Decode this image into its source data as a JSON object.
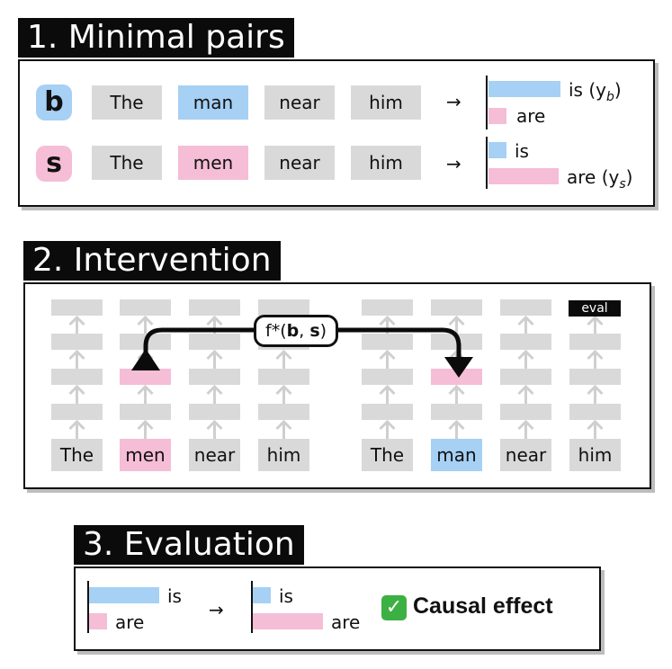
{
  "section1": {
    "title": "1. Minimal pairs",
    "rows": [
      {
        "badge": "b",
        "tokens": [
          "The",
          "man",
          "near",
          "him"
        ],
        "arrow": "→",
        "bars": [
          {
            "label": "is (y",
            "sub": "b",
            "close": ")",
            "value": 0.85
          },
          {
            "label": "are",
            "value": 0.15
          }
        ]
      },
      {
        "badge": "s",
        "tokens": [
          "The",
          "men",
          "near",
          "him"
        ],
        "arrow": "→",
        "bars": [
          {
            "label": "is",
            "value": 0.2
          },
          {
            "label": "are (y",
            "sub": "s",
            "close": ")",
            "value": 0.8
          }
        ]
      }
    ]
  },
  "section2": {
    "title": "2. Intervention",
    "left_tokens": [
      "The",
      "men",
      "near",
      "him"
    ],
    "right_tokens": [
      "The",
      "man",
      "near",
      "him"
    ],
    "function_label": {
      "prefix": "f*(",
      "a": "b",
      "sep": ", ",
      "b": "s",
      "suffix": ")"
    },
    "eval_tag": "eval"
  },
  "section3": {
    "title": "3. Evaluation",
    "before": [
      {
        "label": "is",
        "value": 0.85
      },
      {
        "label": "are",
        "value": 0.2
      }
    ],
    "arrow": "→",
    "after": [
      {
        "label": "is",
        "value": 0.2
      },
      {
        "label": "are",
        "value": 0.85
      }
    ],
    "check": "✓",
    "result": "Causal effect"
  },
  "colors": {
    "blue": "#a6d0f4",
    "pink": "#f5bdd6",
    "grey": "#d9d9d9",
    "dark": "#0b0b0b"
  }
}
